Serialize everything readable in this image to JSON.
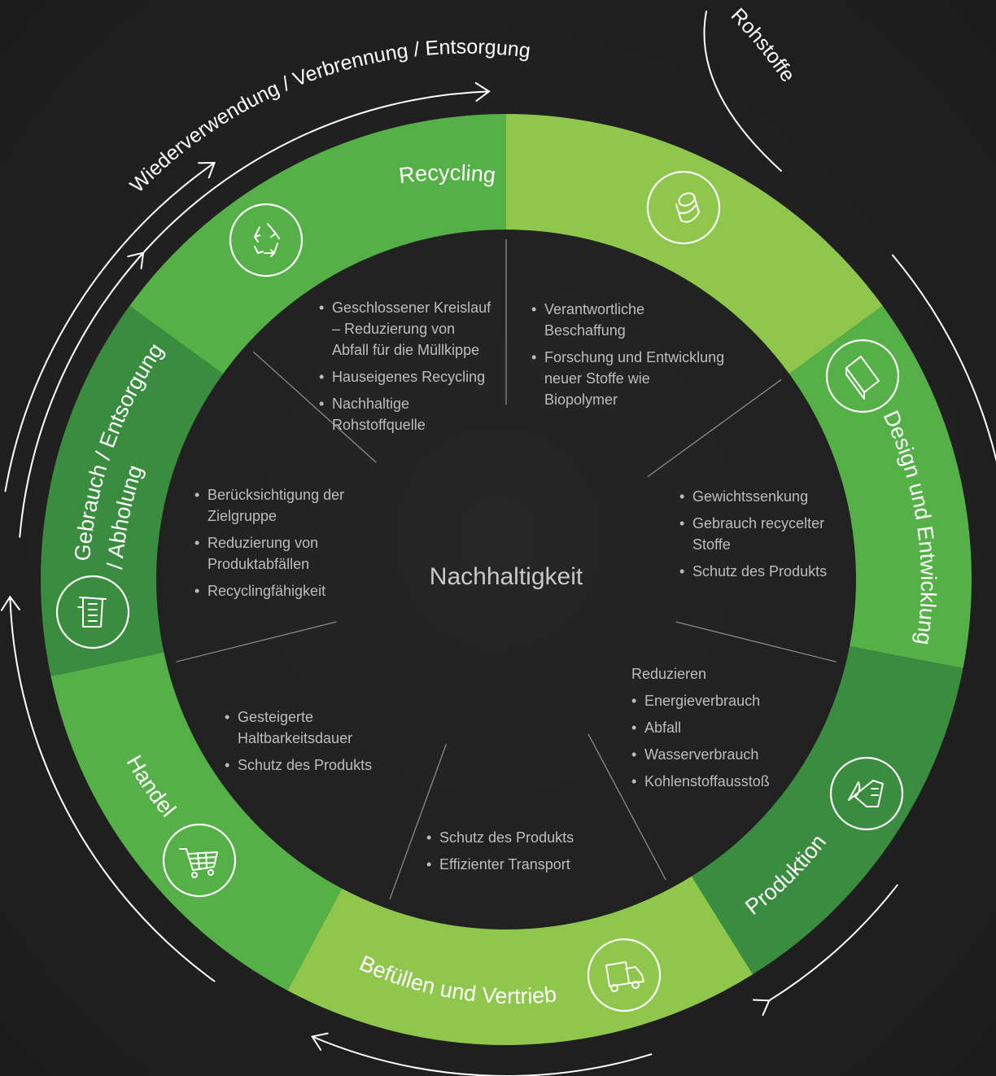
{
  "center": {
    "title": "Nachhaltigkeit"
  },
  "outer_flow": {
    "top": "Wiederverwendung / Verbrennung / Entsorgung",
    "raw": "Rohstoffe"
  },
  "segments": [
    {
      "id": "rohstoffe",
      "label": "",
      "color": "#8fc74c",
      "icon": "barrel-icon"
    },
    {
      "id": "design",
      "label": "Design und Entwicklung",
      "color": "#55b047",
      "icon": "package-icon"
    },
    {
      "id": "produktion",
      "label": "Produktion",
      "color": "#3a8c3f",
      "icon": "factory-icon"
    },
    {
      "id": "befuellen",
      "label": "Befüllen und Vertrieb",
      "color": "#8fc74c",
      "icon": "truck-icon"
    },
    {
      "id": "handel",
      "label": "Handel",
      "color": "#55b047",
      "icon": "cart-icon"
    },
    {
      "id": "gebrauch",
      "label": "Gebrauch / Entsorgung",
      "label2": "/ Abholung",
      "color": "#3a8c3f",
      "icon": "bin-icon"
    },
    {
      "id": "recycling",
      "label": "Recycling",
      "color": "#55b047",
      "icon": "recycle-icon"
    }
  ],
  "texts": {
    "rohstoffe": {
      "items": [
        "Verantwortliche\nBeschaffung",
        "Forschung und Entwicklung\nneuer Stoffe wie\nBiopolymer"
      ]
    },
    "design": {
      "items": [
        "Gewichtssenkung",
        "Gebrauch recycelter\nStoffe",
        "Schutz des Produkts"
      ]
    },
    "produktion": {
      "heading": "Reduzieren",
      "items": [
        "Energieverbrauch",
        "Abfall",
        "Wasserverbrauch",
        "Kohlenstoffausstoß"
      ]
    },
    "befuellen": {
      "items": [
        "Schutz des Produkts",
        "Effizienter Transport"
      ]
    },
    "handel": {
      "items": [
        "Gesteigerte\nHaltbarkeitsdauer",
        "Schutz des Produkts"
      ]
    },
    "gebrauch": {
      "items": [
        "Berücksichtigung der\nZielgruppe",
        "Reduzierung von\nProduktabfällen",
        "Recyclingfähigkeit"
      ]
    },
    "recycling": {
      "items": [
        "Geschlossener Kreislauf\n– Reduzierung von\nAbfall für die Müllkippe",
        "Hauseigenes Recycling",
        "Nachhaltige\nRohstoffquelle"
      ]
    }
  }
}
